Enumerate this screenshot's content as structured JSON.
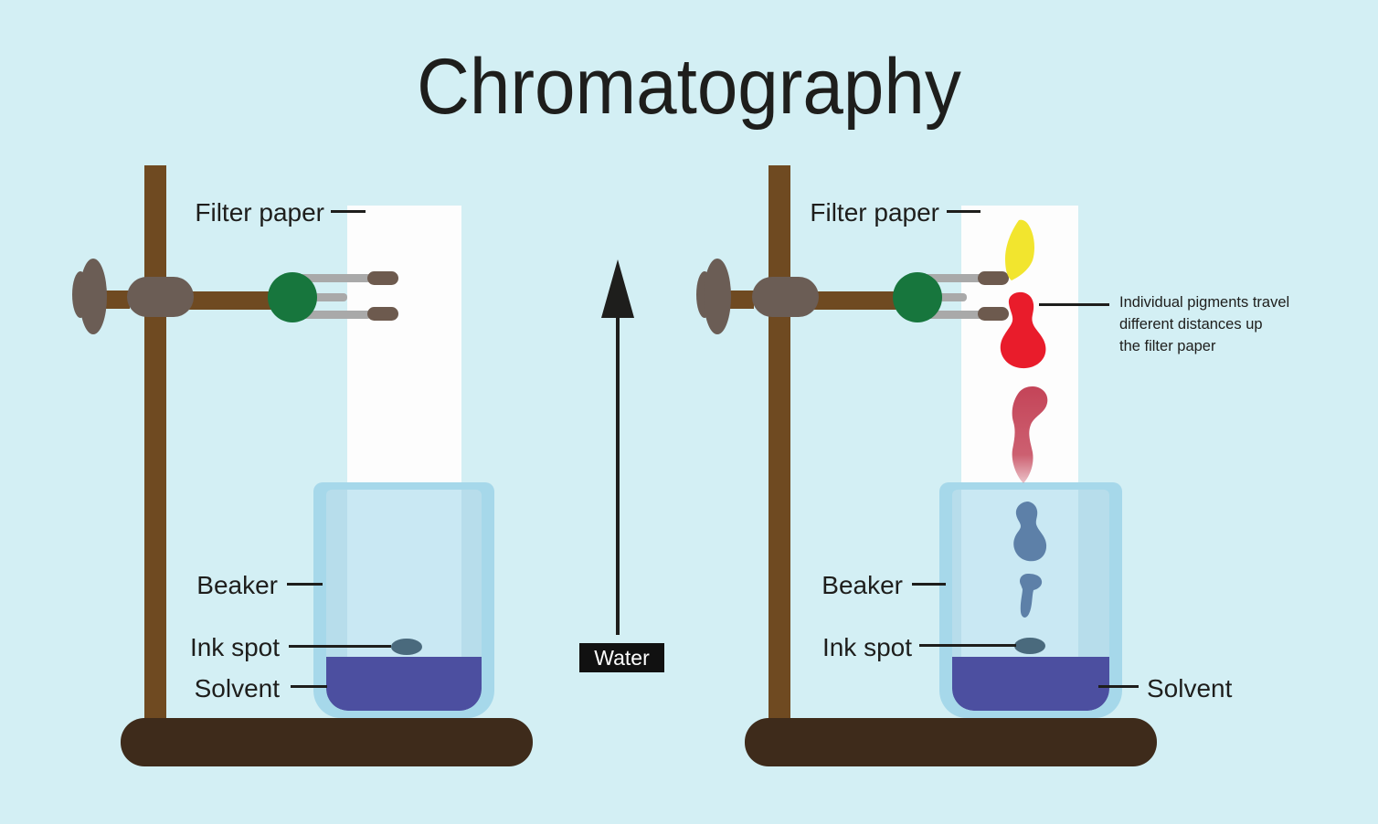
{
  "title": "Chromatography",
  "water_arrow": {
    "label": "Water"
  },
  "left_setup": {
    "filter_paper_label": "Filter paper",
    "beaker_label": "Beaker",
    "ink_spot_label": "Ink spot",
    "solvent_label": "Solvent"
  },
  "right_setup": {
    "filter_paper_label": "Filter paper",
    "beaker_label": "Beaker",
    "ink_spot_label": "Ink spot",
    "solvent_label": "Solvent",
    "annotation_lines": [
      "Individual pigments travel",
      "different distances up",
      "the filter paper"
    ]
  },
  "colors": {
    "bg": "#d3eff4",
    "text": "#1e1e1c",
    "stand": "#6f4a21",
    "base": "#3e2b1b",
    "clamp": "#6b5d55",
    "knob": "#17763d",
    "prong": "#a9a9a9",
    "tip": "#6d5a4e",
    "paper": "#fdfdfd",
    "glass": "#a6d8ea",
    "glassfill": "#b7ddeb",
    "glasspaper": "#c9e8f3",
    "solvent": "#4c4fa0",
    "ink": "#4a6a7d",
    "yellow": "#f2e52e",
    "red": "#e91c2b",
    "darkred": "#c44458",
    "blue": "#5d80a8"
  }
}
